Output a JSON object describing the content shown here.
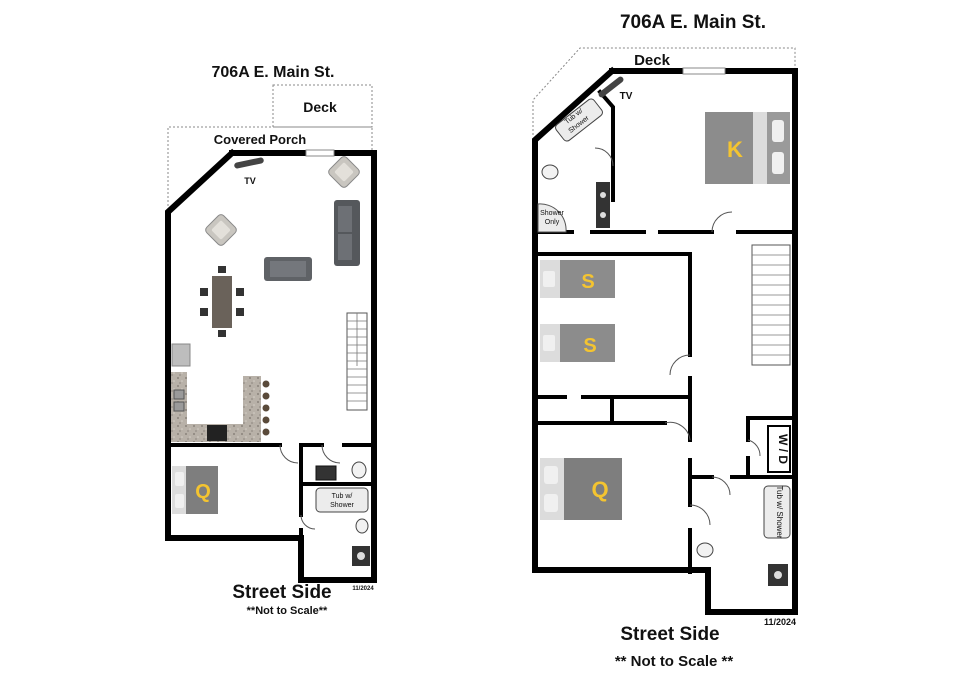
{
  "left_plan": {
    "title": "706A E. Main St.",
    "deck_label": "Deck",
    "porch_label": "Covered Porch",
    "tv_label": "TV",
    "queen_letter": "Q",
    "tub_label_line1": "Tub w/",
    "tub_label_line2": "Shower",
    "street_side": "Street Side",
    "not_to_scale": "**Not to Scale**",
    "date": "11/2024"
  },
  "right_plan": {
    "title": "706A E. Main St.",
    "deck_label": "Deck",
    "tv_label": "TV",
    "tub_label_line1": "Tub w/",
    "tub_label_line2": "Shower",
    "shower_only_line1": "Shower",
    "shower_only_line2": "Only",
    "king_letter": "K",
    "single_letter_1": "S",
    "single_letter_2": "S",
    "queen_letter": "Q",
    "wd_label": "W / D",
    "tub2_label": "Tub w/ Shower",
    "street_side": "Street Side",
    "not_to_scale": "** Not to Scale **",
    "date": "11/2024"
  },
  "colors": {
    "wall": "#000000",
    "bed_letter": "#f4c430",
    "bed_cover": "#8c8c8c",
    "counter": "#b9b3ab",
    "furniture": "#6b6b6b"
  }
}
